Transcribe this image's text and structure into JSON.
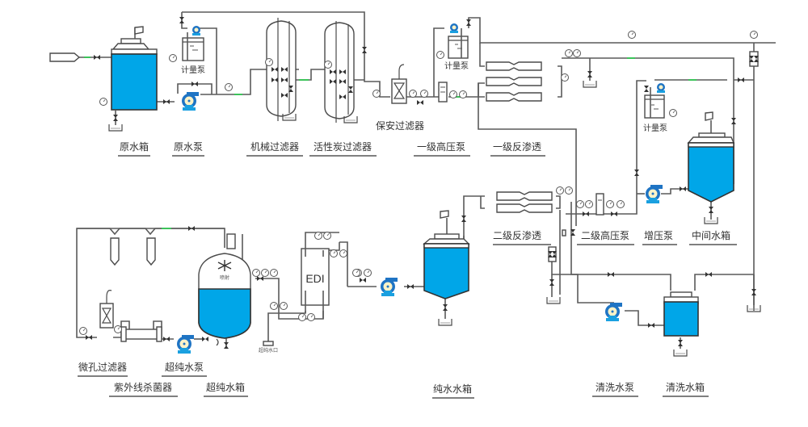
{
  "title": "Pure water treatment process flow diagram",
  "colors": {
    "water": "#00a6e8",
    "pump": "#1f74c4",
    "pipe": "#5a5a5a",
    "pipe_highlight": "#3cc35a"
  },
  "labels": {
    "raw_water_tank": "原水箱",
    "raw_water_pump": "原水泵",
    "mechanical_filter": "机械过滤器",
    "activated_carbon_filter": "活性炭过滤器",
    "security_filter": "保安过滤器",
    "stage1_hp_pump": "一级高压泵",
    "stage1_ro": "一级反渗透",
    "dosing_pump_1": "计量泵",
    "dosing_pump_2": "计量泵",
    "dosing_pump_3": "计量泵",
    "stage2_ro": "二级反渗透",
    "stage2_hp_pump": "二级高压泵",
    "booster_pump": "增压泵",
    "intermediate_tank": "中间水箱",
    "microporous_filter": "微孔过滤器",
    "uv_sterilizer": "紫外线杀菌器",
    "ultrapure_pump": "超纯水泵",
    "ultrapure_tank": "超纯水箱",
    "pure_water_tank": "纯水水箱",
    "cleaning_pump": "清洗水泵",
    "cleaning_tank": "清洗水箱",
    "edi": "EDI",
    "spray": "喷射",
    "outlet": "超纯水口"
  }
}
